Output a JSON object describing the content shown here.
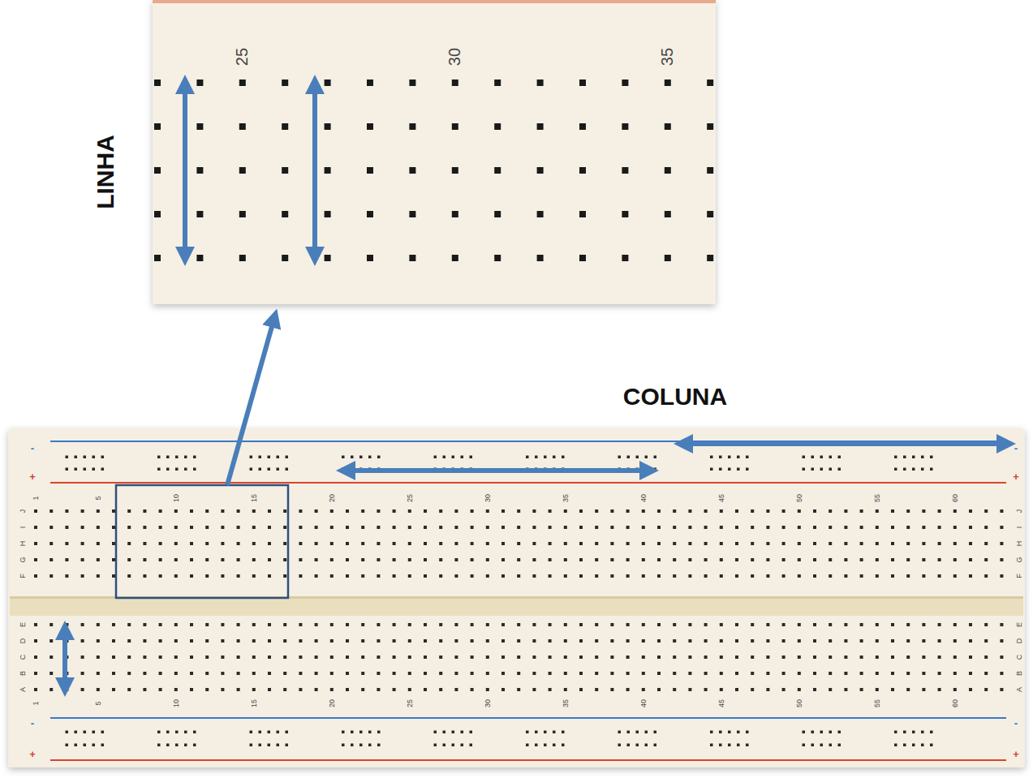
{
  "diagram": {
    "labels": [
      "LINHA",
      "25",
      "30",
      "35",
      "COLUNA",
      "-",
      "+",
      "-",
      "+",
      "1",
      "5",
      "10",
      "15",
      "20",
      "25",
      "30",
      "35",
      "40",
      "45",
      "50",
      "55",
      "60",
      "J",
      "I",
      "H",
      "G",
      "F",
      "J",
      "I",
      "H",
      "G",
      "F",
      "E",
      "D",
      "C",
      "B",
      "A",
      "E",
      "D",
      "C",
      "B",
      "A",
      "1",
      "5",
      "10",
      "15",
      "20",
      "25",
      "30",
      "35",
      "40",
      "45",
      "50",
      "55",
      "60",
      "-",
      "+",
      "-",
      "+"
    ]
  }
}
